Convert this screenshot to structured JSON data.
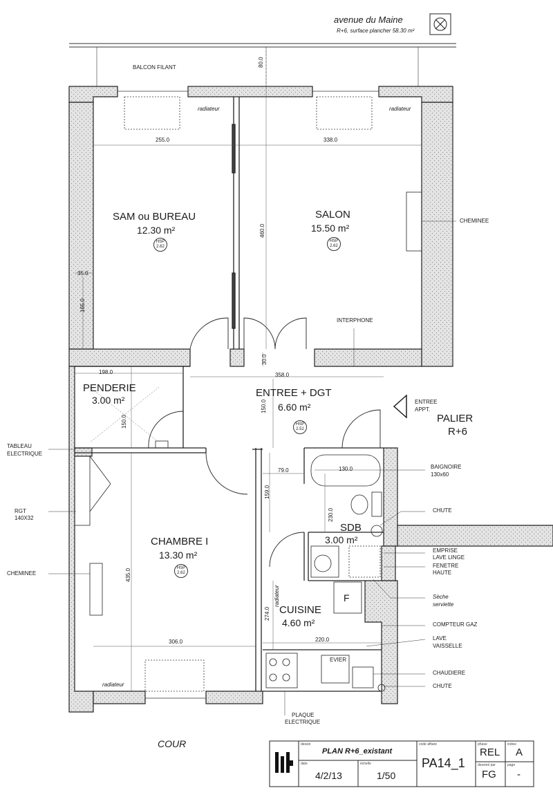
{
  "header": {
    "street": "avenue du Maine",
    "subtitle": "R+6, surface plancher 58.30 m²"
  },
  "balcony_label": "BALCON FILANT",
  "rooms": [
    {
      "name": "SAM ou BUREAU",
      "area": "12.30 m²",
      "hsp": "2.62"
    },
    {
      "name": "SALON",
      "area": "15.50 m²",
      "hsp": "2.62"
    },
    {
      "name": "PENDERIE",
      "area": "3.00 m²"
    },
    {
      "name": "ENTREE + DGT",
      "area": "6.60 m²",
      "hsp": "2.52"
    },
    {
      "name": "CHAMBRE I",
      "area": "13.30 m²",
      "hsp": "2.62"
    },
    {
      "name": "SDB",
      "area": "3.00 m²"
    },
    {
      "name": "CUISINE",
      "area": "4.60 m²"
    }
  ],
  "hsp_label": "HSP",
  "palier": {
    "line1": "PALIER",
    "line2": "R+6"
  },
  "entree_appt": {
    "line1": "ENTREE",
    "line2": "APPT."
  },
  "dimensions": [
    "80.0",
    "255.0",
    "338.0",
    "460.0",
    "35.0",
    "165.0",
    "30.0",
    "198.0",
    "358.0",
    "150.0",
    "150.0",
    "79.0",
    "130.0",
    "159.0",
    "230.0",
    "435.0",
    "274.0",
    "306.0",
    "220.0"
  ],
  "labels": {
    "radiateur": "radiateur",
    "cheminee": "CHEMINEE",
    "interphone": "INTERPHONE",
    "tableau1": "TABLEAU",
    "tableau2": "ELECTRIQUE",
    "rgt1": "RGT",
    "rgt2": "140X32",
    "baignoire1": "BAIGNOIRE",
    "baignoire2": "130x60",
    "chute": "CHUTE",
    "emprise1": "EMPRISE",
    "emprise2": "LAVE LINGE",
    "fenetre1": "FENETRE",
    "fenetre2": "HAUTE",
    "seche1": "Sèche",
    "seche2": "serviette",
    "compteur": "COMPTEUR GAZ",
    "lave1": "LAVE",
    "lave2": "VAISSELLE",
    "chaudiere": "CHAUDIERE",
    "evier": "EVIER",
    "plaque1": "PLAQUE",
    "plaque2": "ELECTRIQUE",
    "f": "F"
  },
  "cour": "COUR",
  "title_block": {
    "dessin_label": "dessin",
    "title": "PLAN R+6_existant",
    "date_label": "date",
    "date": "4/2/13",
    "echelle_label": "échelle",
    "scale": "1/50",
    "code_label": "code affaire",
    "code": "PA14_1",
    "phase_label": "phase",
    "phase": "REL",
    "indice_label": "indice",
    "indice": "A",
    "dessine_label": "dessiné par",
    "drawn_by": "FG",
    "page_label": "page",
    "page": "-"
  }
}
